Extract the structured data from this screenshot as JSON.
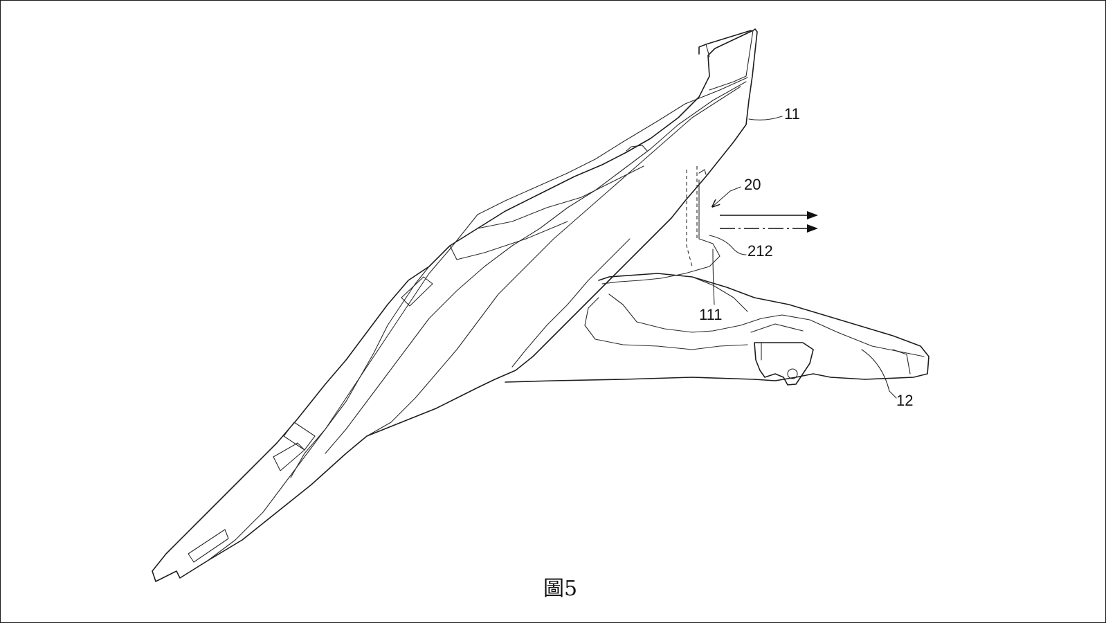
{
  "figure": {
    "caption": "圖5",
    "labels": {
      "l11": "11",
      "l20": "20",
      "l212": "212",
      "l111": "111",
      "l12": "12"
    }
  },
  "colors": {
    "ink": "#1c1c1c",
    "background": "#ffffff"
  }
}
